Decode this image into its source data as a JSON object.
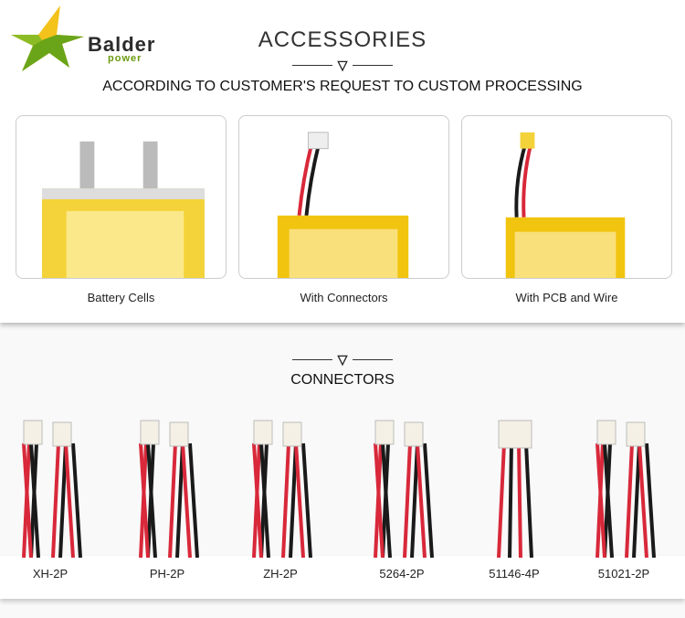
{
  "brand": {
    "name": "Balder",
    "tagline": "power"
  },
  "header": {
    "title": "ACCESSORIES",
    "subtitle": "ACCORDING TO CUSTOMER'S REQUEST TO CUSTOM PROCESSING"
  },
  "accessories": [
    {
      "label": "Battery Cells"
    },
    {
      "label": "With Connectors"
    },
    {
      "label": "With PCB and Wire"
    }
  ],
  "connectors_section": {
    "title": "CONNECTORS"
  },
  "connectors": [
    {
      "label": "XH-2P"
    },
    {
      "label": "PH-2P"
    },
    {
      "label": "ZH-2P"
    },
    {
      "label": "5264-2P"
    },
    {
      "label": "51146-4P"
    },
    {
      "label": "51021-2P"
    }
  ],
  "colors": {
    "battery": "#f2c81a",
    "wire_red": "#d8283a",
    "wire_black": "#1a1a1a",
    "logo_green": "#6a9a10"
  }
}
